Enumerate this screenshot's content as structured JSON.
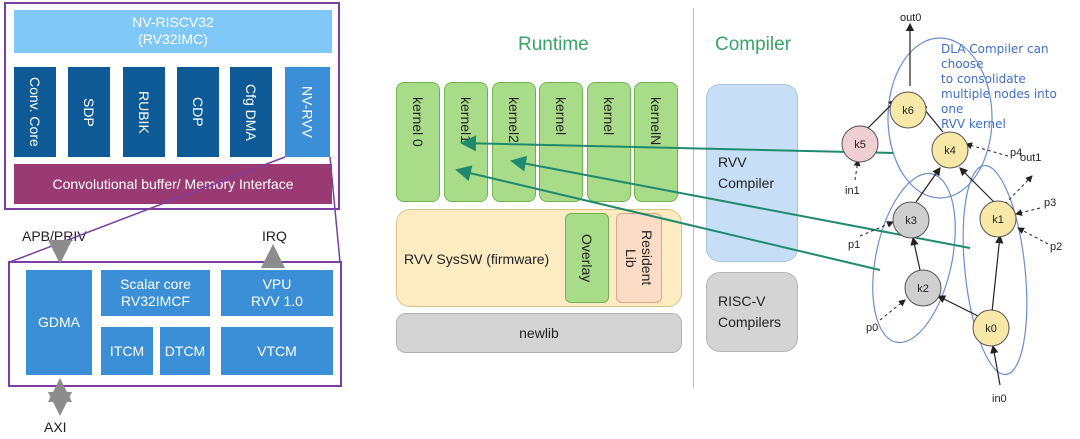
{
  "hardware": {
    "nvriscv": {
      "line1": "NV-RISCV32",
      "line2": "(RV32IMC)"
    },
    "units": [
      "Conv. Core",
      "SDP",
      "RUBIK",
      "CDP",
      "Cfg DMA",
      "NV-RVV"
    ],
    "conv_buffer": "Convolutional buffer/ Memory Interface",
    "apb_priv": "APB/PRIV",
    "irq": "IRQ",
    "axi": "AXI",
    "gdma": "GDMA",
    "scalar_core": {
      "line1": "Scalar core",
      "line2": "RV32IMCF"
    },
    "vpu": {
      "line1": "VPU",
      "line2": "RVV 1.0"
    },
    "itcm": "ITCM",
    "dtcm": "DTCM",
    "vtcm": "VTCM"
  },
  "runtime": {
    "header": "Runtime",
    "kernels": [
      "kernel 0",
      "kernel1",
      "kernel2",
      "kernel",
      "kernel",
      "kernelN"
    ],
    "sysswlabel": "RVV SysSW (firmware)",
    "overlay": "Overlay",
    "resident": {
      "line1": "Resident",
      "line2": "Lib"
    },
    "newlib": "newlib"
  },
  "compiler": {
    "header": "Compiler",
    "rvv": {
      "line1": "RVV",
      "line2": "Compiler"
    },
    "riscv": {
      "line1": "RISC-V",
      "line2": "Compilers"
    }
  },
  "graph": {
    "note": [
      "DLA Compiler can choose",
      "to consolidate",
      "multiple nodes into one",
      "RVV kernel"
    ],
    "nodes": [
      {
        "id": "k6",
        "color": "yellow"
      },
      {
        "id": "k5",
        "color": "pink"
      },
      {
        "id": "k4",
        "color": "yellow"
      },
      {
        "id": "k3",
        "color": "gray"
      },
      {
        "id": "k1",
        "color": "yellow"
      },
      {
        "id": "k2",
        "color": "gray"
      },
      {
        "id": "k0",
        "color": "yellow"
      }
    ],
    "labels": [
      "out0",
      "out1",
      "p4",
      "p3",
      "p2",
      "p1",
      "p0",
      "in1",
      "in0"
    ]
  },
  "colors": {
    "frame": "#7a3fa0",
    "arrow_teal": "#1f8a6e",
    "node_yellow": "#f7e8a8",
    "node_pink": "#efcfd1",
    "node_gray": "#cfcfcf",
    "group_outline": "#6a8fd0"
  }
}
